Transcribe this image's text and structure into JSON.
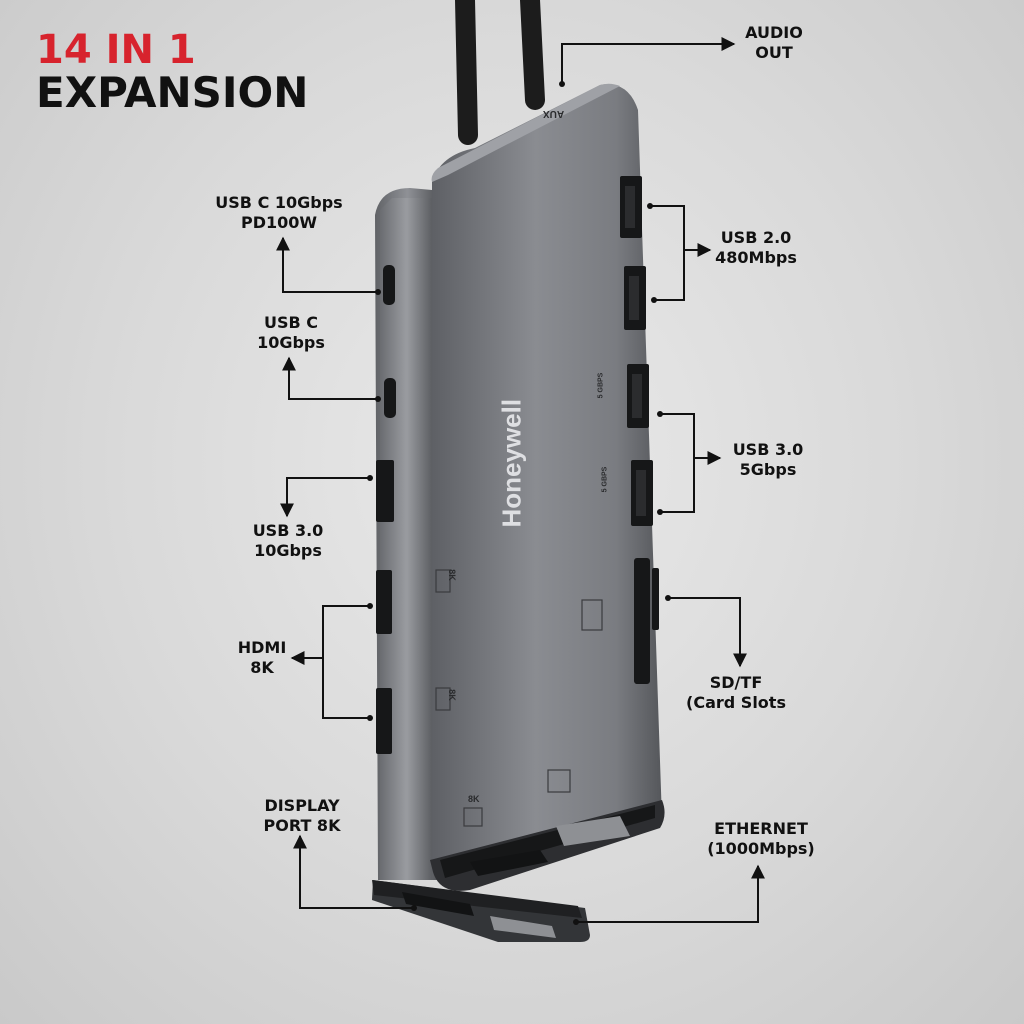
{
  "headline": {
    "line1": "14 IN 1",
    "line2": "EXPANSION",
    "line1_color": "#d7232d",
    "line2_color": "#111111"
  },
  "brand": "Honeywell",
  "device_markings": {
    "aux": "AUX",
    "usb3_speed": "5 GBPS",
    "hdmi_res": "8K",
    "dp_res": "8K"
  },
  "callouts": {
    "audio_out": {
      "line1": "AUDIO",
      "line2": "OUT"
    },
    "usb_c_pd": {
      "line1": "USB C 10Gbps",
      "line2": "PD100W"
    },
    "usb_c": {
      "line1": "USB C",
      "line2": "10Gbps"
    },
    "usb3_10g": {
      "line1": "USB 3.0",
      "line2": "10Gbps"
    },
    "hdmi": {
      "line1": "HDMI",
      "line2": "8K"
    },
    "displayport": {
      "line1": "DISPLAY",
      "line2": "PORT 8K"
    },
    "usb2": {
      "line1": "USB 2.0",
      "line2": "480Mbps"
    },
    "usb3_5g": {
      "line1": "USB 3.0",
      "line2": "5Gbps"
    },
    "sd_tf": {
      "line1": "SD/TF",
      "line2": "(Card Slots"
    },
    "ethernet": {
      "line1": "ETHERNET",
      "line2": "(1000Mbps)"
    }
  },
  "colors": {
    "background": "#dcdcdc",
    "body": "#7b7d82",
    "body_dark": "#4d4f53",
    "port": "#1a1a1a",
    "accent_red": "#d7232d"
  }
}
